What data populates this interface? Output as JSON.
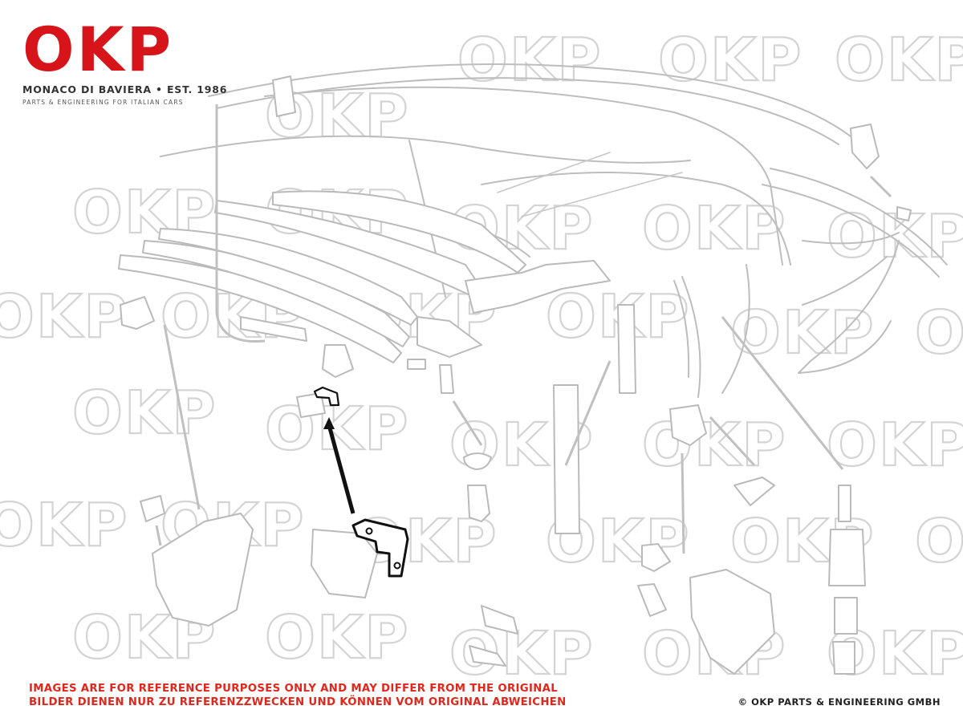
{
  "logo": {
    "name": "OKP",
    "location_line": "MONACO DI BAVIERA • EST. 1986",
    "tagline": "PARTS & ENGINEERING FOR ITALIAN CARS",
    "color": "#d7141a"
  },
  "watermark": {
    "text": "OKP",
    "color": "#d4d4d4"
  },
  "highlight_color": "#111111",
  "disclaimer": {
    "line_en": "IMAGES ARE FOR REFERENCE PURPOSES ONLY AND MAY DIFFER FROM THE ORIGINAL",
    "line_de": "BILDER DIENEN NUR ZU REFERENZZWECKEN UND KÖNNEN VOM ORIGINAL ABWEICHEN",
    "color": "#e1261c"
  },
  "copyright": "© OKP PARTS & ENGINEERING GMBH"
}
